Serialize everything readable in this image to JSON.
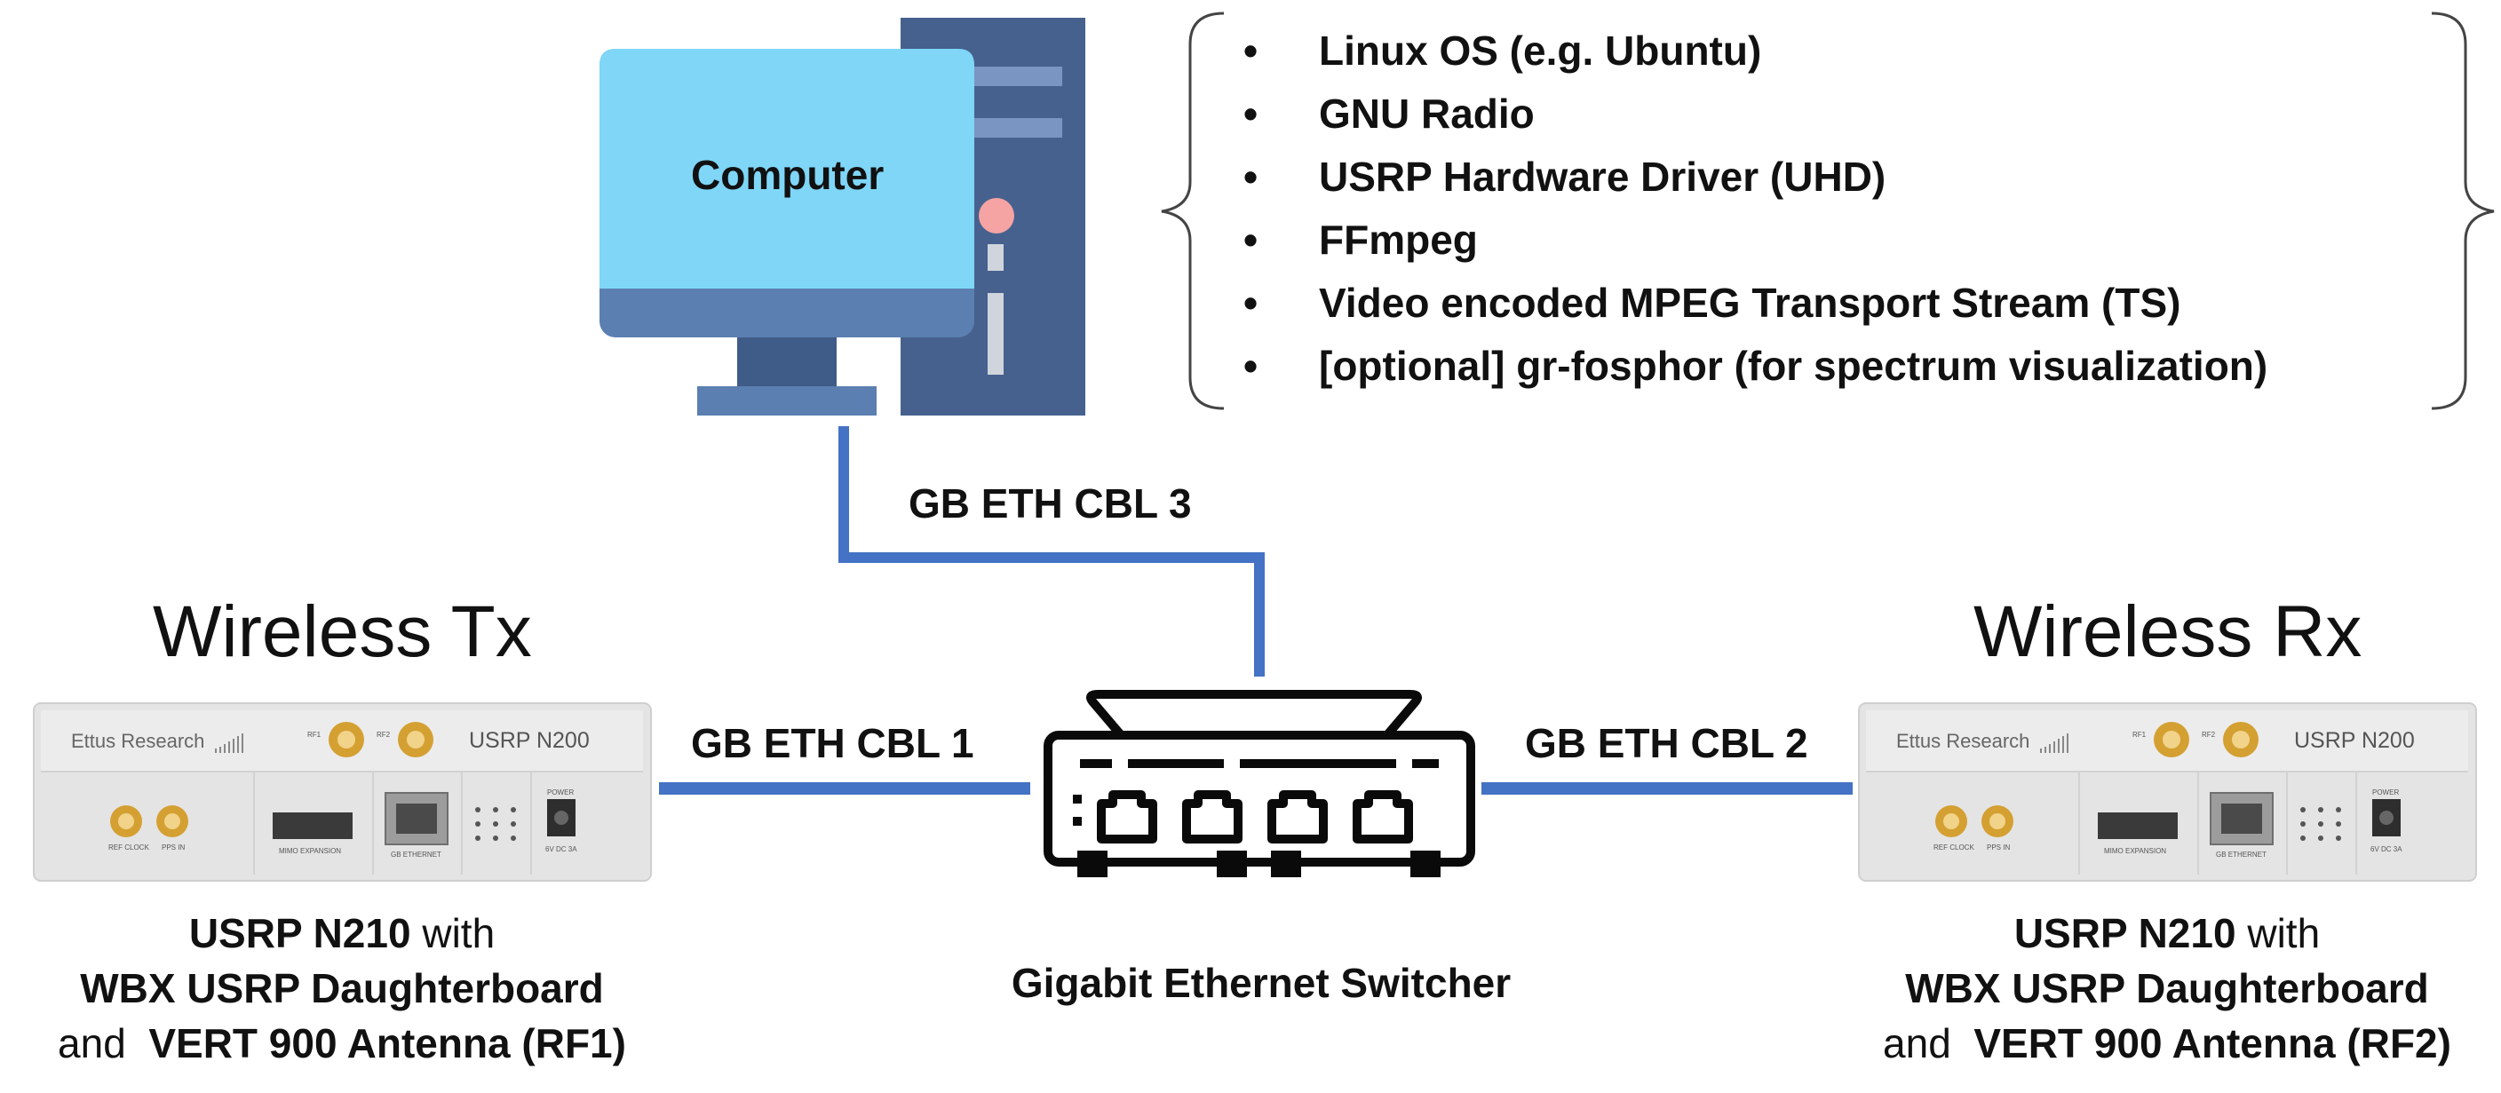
{
  "computer": {
    "label": "Computer"
  },
  "requirements": [
    "Linux OS (e.g. Ubuntu)",
    "GNU Radio",
    "USRP Hardware Driver (UHD)",
    "FFmpeg",
    "Video encoded MPEG Transport Stream (TS)",
    "[optional] gr-fosphor (for spectrum visualization)"
  ],
  "bullet_symbol": "•",
  "cables": {
    "cbl1": "GB ETH CBL 1",
    "cbl2": "GB ETH CBL 2",
    "cbl3": "GB ETH CBL 3"
  },
  "tx": {
    "title": "Wireless Tx",
    "device": {
      "brand": "Ettus Research",
      "model": "USRP   N200",
      "rf1": "RF1",
      "rf2": "RF2",
      "ref_clock": "REF CLOCK",
      "pps_in": "PPS IN",
      "mimo": "MIMO EXPANSION",
      "gb_eth": "GB ETHERNET",
      "power": "POWER",
      "power_spec": "6V DC 3A"
    },
    "caption": {
      "line1_bold": "USRP N210",
      "line1_rest": " with",
      "line2": "WBX USRP Daughterboard",
      "line3_pre": "and ",
      "line3_bold": "VERT 900 Antenna (RF1)"
    }
  },
  "rx": {
    "title": "Wireless Rx",
    "device": {
      "brand": "Ettus Research",
      "model": "USRP   N200",
      "rf1": "RF1",
      "rf2": "RF2",
      "ref_clock": "REF CLOCK",
      "pps_in": "PPS IN",
      "mimo": "MIMO EXPANSION",
      "gb_eth": "GB ETHERNET",
      "power": "POWER",
      "power_spec": "6V DC 3A"
    },
    "caption": {
      "line1_bold": "USRP N210",
      "line1_rest": " with",
      "line2": "WBX USRP Daughterboard",
      "line3_pre": "and ",
      "line3_bold": "VERT 900 Antenna (RF2)"
    }
  },
  "switch": {
    "label": "Gigabit Ethernet Switcher"
  },
  "colors": {
    "cable": "#4472c4",
    "monitor_screen": "#7fd6f7",
    "monitor_bezel": "#5b7fb1",
    "tower": "#46618e",
    "tower_accent": "#7b95c2",
    "led": "#f5a3a3",
    "device_body": "#e9e9e9"
  }
}
